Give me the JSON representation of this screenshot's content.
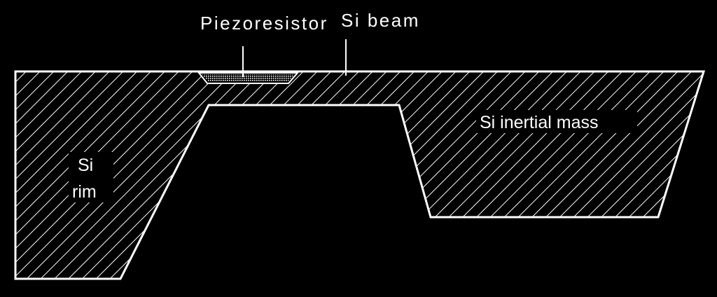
{
  "labels": {
    "piezoresistor": "Piezoresistor",
    "si_beam": "Si beam",
    "si_inertial_mass": "Si inertial mass",
    "si_rim_line1": "Si",
    "si_rim_line2": "rim"
  },
  "colors": {
    "background": "#000000",
    "outline": "#ffffff",
    "hatch": "#ffffff"
  }
}
